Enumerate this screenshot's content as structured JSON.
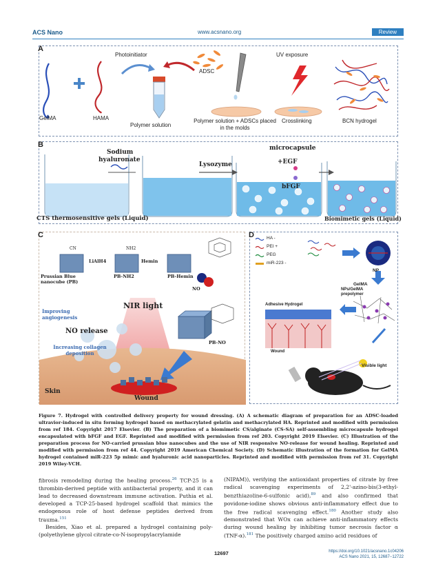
{
  "header": {
    "journal": "ACS Nano",
    "url": "www.acsnano.org",
    "badge": "Review"
  },
  "panelA": {
    "label": "A",
    "gelma": "GelMA",
    "hama": "HAMA",
    "photoinitiator": "Photoinitiator",
    "polymer_solution": "Polymer solution",
    "adsc": "ADSC",
    "molds": "Polymer solution + ADSCs placed in the molds",
    "uv": "UV exposure",
    "crosslinking": "Crosslinking",
    "bcn": "BCN hydrogel"
  },
  "panelB": {
    "label": "B",
    "sodium": "Sodium",
    "hyaluronate": "hyaluronate",
    "lysozyme": "Lysozyme",
    "microcapsule": "microcapsule",
    "egf": "+EGF",
    "bfgf": "bFGF",
    "cts": "CTS thermosensitive gels (Liquid)",
    "biomimetic": "Biomimetic gels (Liquid)"
  },
  "panelC": {
    "label": "C",
    "cn": "CN",
    "lialh4": "LiAlH4",
    "nh2": "NH2",
    "hemin": "Hemin",
    "pb": "Prussian Blue nanocube (PB)",
    "pbnh2": "PB-NH2",
    "pbhemin": "PB-Hemin",
    "no": "NO",
    "nir": "NIR light",
    "improving": "Improving angiogenesis",
    "norelease": "NO release",
    "increasing": "Increasing collagen deposition",
    "pbno": "PB-NO",
    "skin": "Skin",
    "wound": "Wound"
  },
  "panelD": {
    "label": "D",
    "ha": "HA -",
    "pei": "PEI +",
    "peg": "PEG",
    "mir": "miR-223 -",
    "np": "NP",
    "gelma": "GelMA",
    "adhesive": "Adhesive Hydrogel",
    "prepolymer": "NPs/GelMA prepolymer",
    "wound": "Wound",
    "visible": "Visible light"
  },
  "caption": {
    "lead": "Figure 7. Hydrogel with controlled delivery property for wound dressing.",
    "text": "(A) A schematic diagram of preparation for an ADSC-loaded ultravior-induced in situ forming hydrogel based on methacrylated gelatin and methacrylated HA. Reprinted and modified with permission from ref 184. Copyright 2017 Elsevier. (B) The preparation of a biomimetic CS/alginate (CS-SA) self-assembling microcapsule hydrogel encapsulated with bFGF and EGF. Reprinted and modified with permission from ref 203. Copyright 2019 Elsevier. (C) Illustration of the preparation process for NO-carried prussian blue nanocubes and the use of NIR responsive NO-release for wound healing. Reprinted and modified with permission from ref 44. Copyright 2019 American Chemical Society. (D) Schematic illustration of the formation for GelMA hydrogel contained miR-223 5p mimic and hyaluronic acid nanoparticles. Reprinted and modified with permission from ref 31. Copyright 2019 Wiley-VCH."
  },
  "body": {
    "left1": "fibrosis remodeling during the healing process.",
    "left1_ref": "26",
    "left1b": "TCP-25 is a thrombin-derived peptide with antibacterial property, and it can lead to decreased downstream immune activation. Puthia et al. developed a TCP-25-based hydrogel scaffold that mimics the endogenous role of host defense peptides derived from trauma.",
    "left1_ref2": "151",
    "left2": "Besides, Xiao et al. prepared a hydrogel containing poly-(polyethylene glycol citrate-co-N-isopropylacrylamide",
    "right1": "(NIPAM)), verifying the antioxidant properties of citrate by free radical scavenging experiments of 2,2'-azino-bis(3-ethyl-benzthiazoline-6-sulfonic acid),",
    "right1_ref": "89",
    "right1b": "and also confirmed that povidone-iodine shows obvious anti-inflammatory effect due to the free radical scavenging effect.",
    "right1_ref2": "180",
    "right1c": "Another study also demonstrated that WOx can achieve anti-inflammatory effects during wound healing by inhibiting tumor necrosis factor α (TNF-α).",
    "right1_ref3": "181",
    "right1d": "The positively charged amino acid residues of"
  },
  "footer": {
    "page": "12697",
    "doi": "https://doi.org/10.1021/acsnano.1c04206",
    "citation": "ACS Nano 2021, 15, 12687−12722"
  },
  "colors": {
    "accent": "#2e7fc0",
    "link": "#1a5a8a"
  }
}
